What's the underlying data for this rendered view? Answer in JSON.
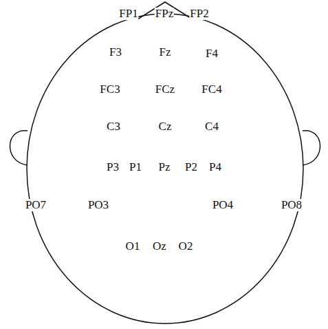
{
  "diagram": {
    "labels": [
      "FP1",
      "FPz",
      "FP2",
      "F3",
      "Fz",
      "F4",
      "FC3",
      "FCz",
      "FC4",
      "C3",
      "Cz",
      "C4",
      "P3",
      "P1",
      "Pz",
      "P2",
      "P4",
      "PO7",
      "PO3",
      "PO4",
      "PO8",
      "O1",
      "Oz",
      "O2"
    ]
  }
}
